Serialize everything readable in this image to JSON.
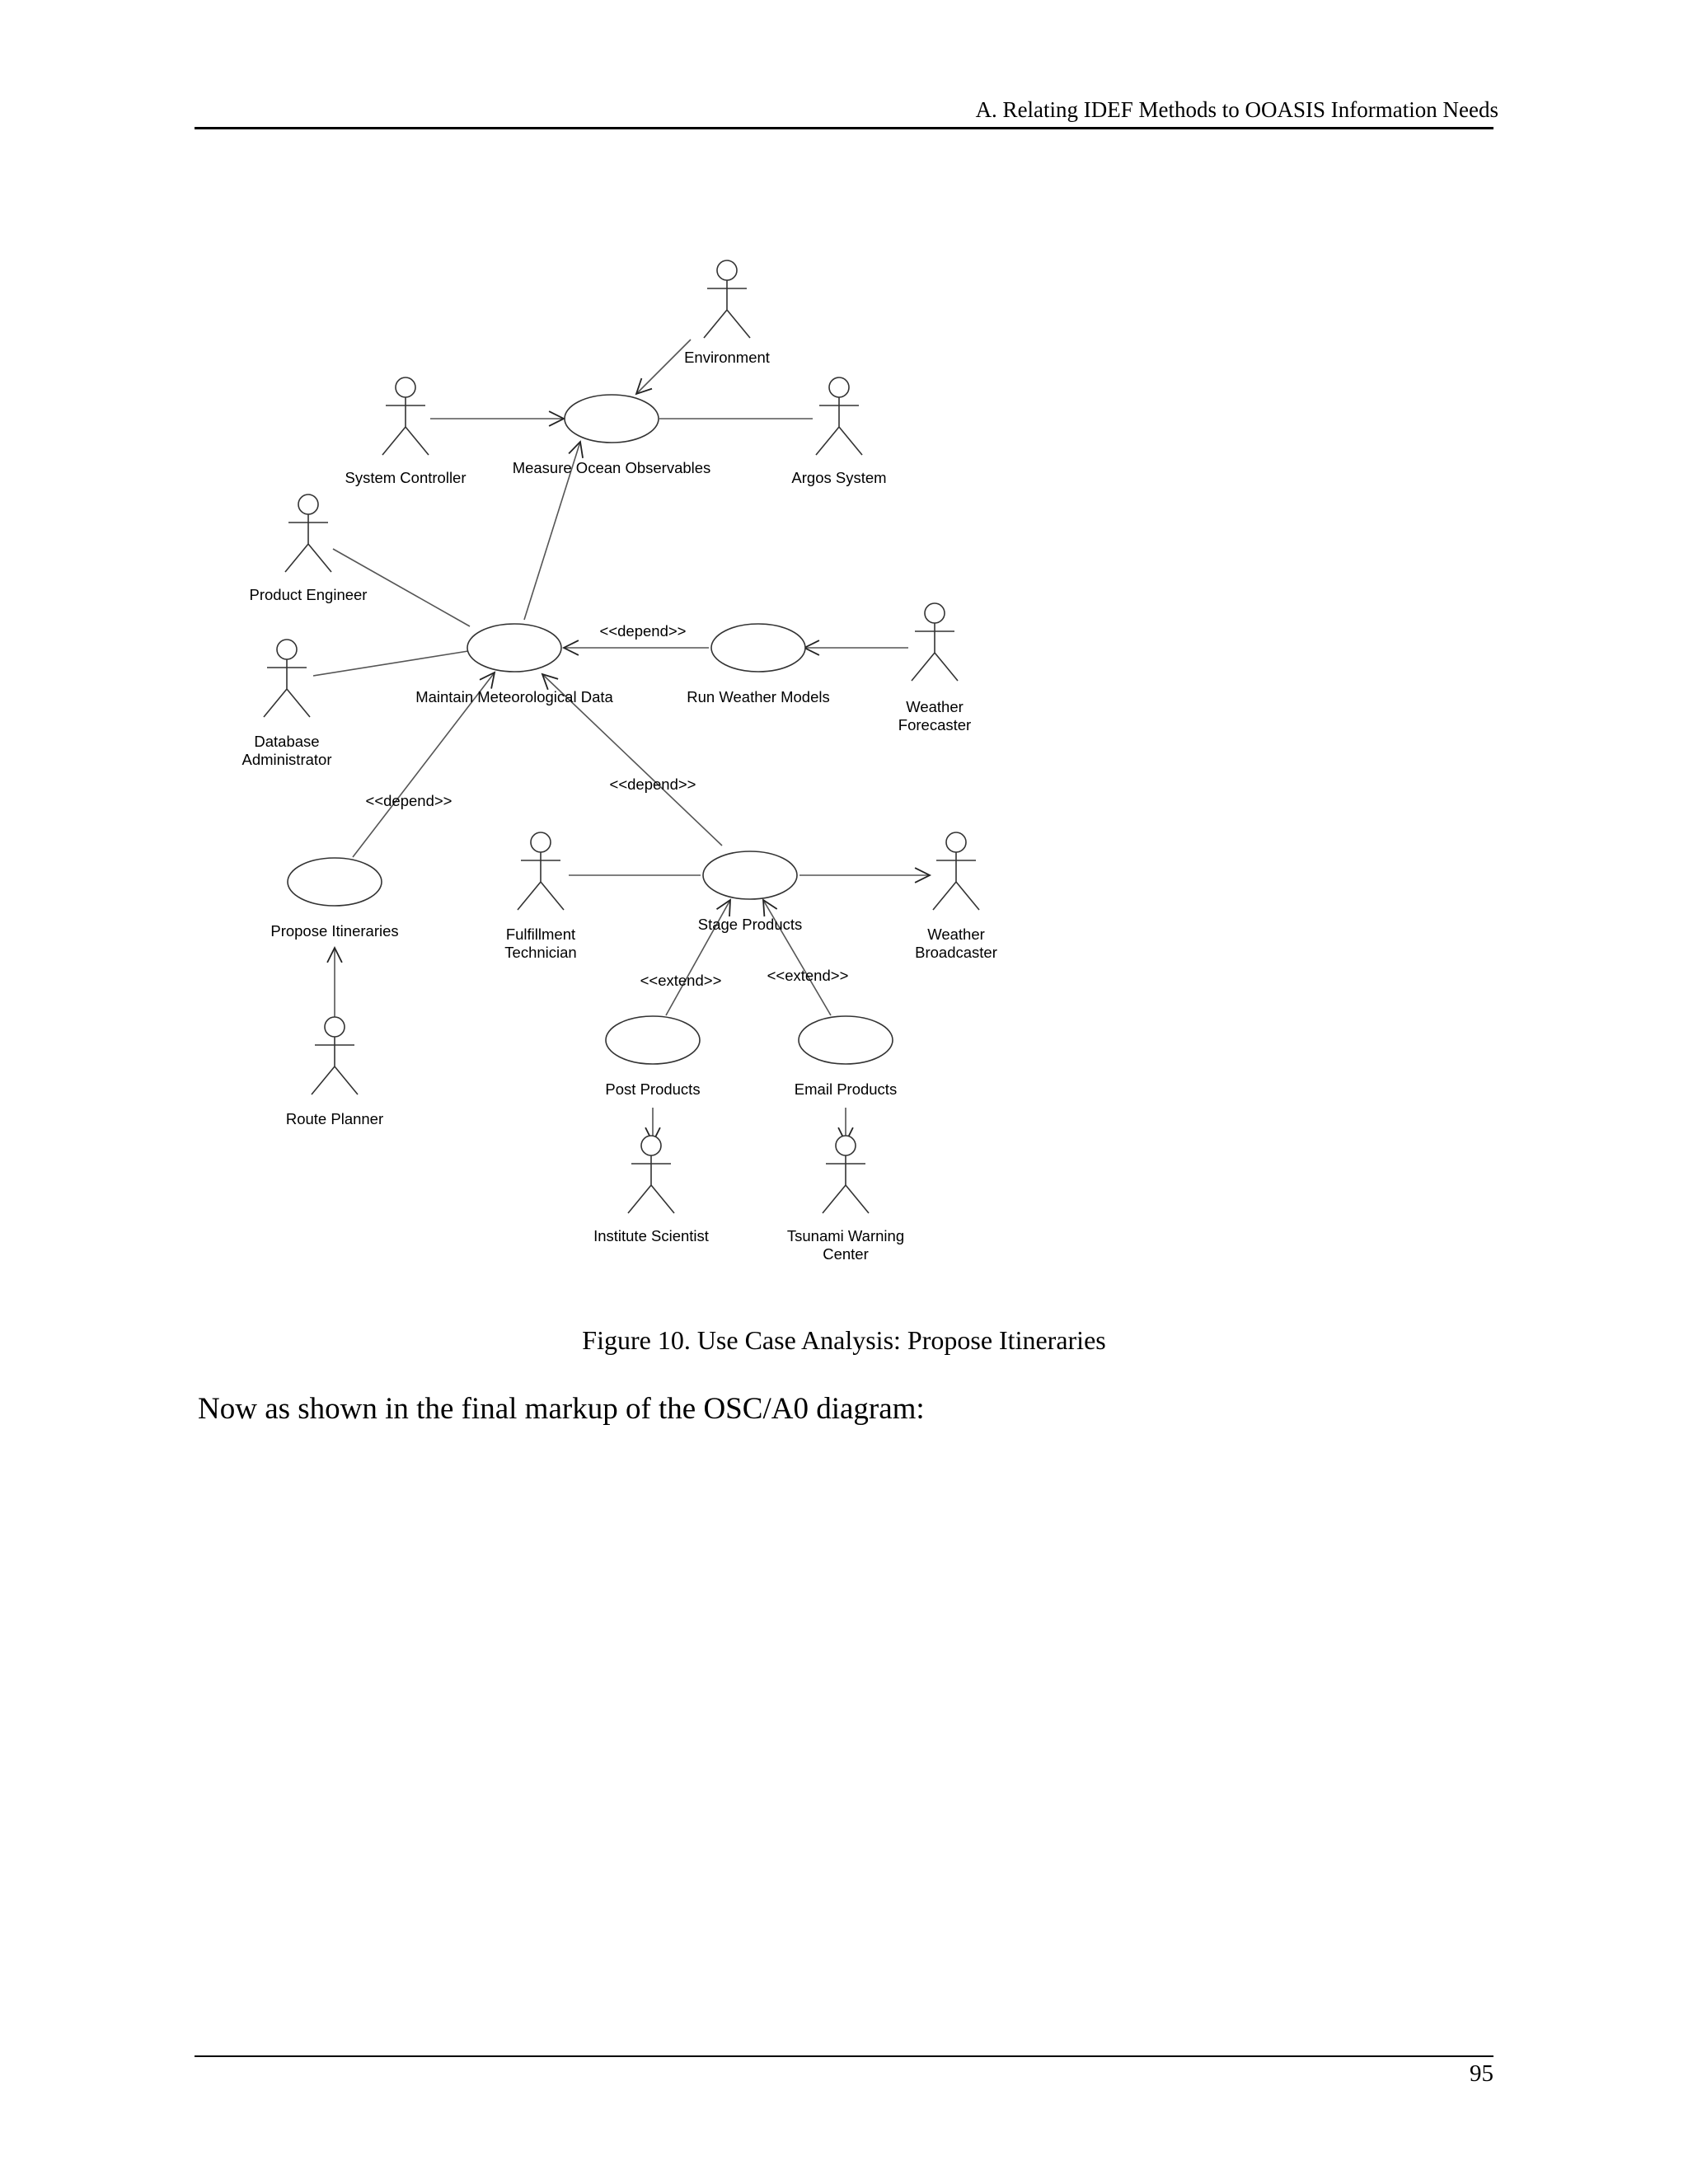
{
  "header": {
    "running_title": "A. Relating IDEF Methods to OOASIS Information Needs"
  },
  "diagram": {
    "actors": [
      {
        "id": "environment",
        "label": [
          "Environment"
        ]
      },
      {
        "id": "system-controller",
        "label": [
          "System Controller"
        ]
      },
      {
        "id": "argos-system",
        "label": [
          "Argos System"
        ]
      },
      {
        "id": "product-engineer",
        "label": [
          "Product Engineer"
        ]
      },
      {
        "id": "database-administrator",
        "label": [
          "Database",
          "Administrator"
        ]
      },
      {
        "id": "weather-forecaster",
        "label": [
          "Weather",
          "Forecaster"
        ]
      },
      {
        "id": "fulfillment-technician",
        "label": [
          "Fulfillment",
          "Technician"
        ]
      },
      {
        "id": "weather-broadcaster",
        "label": [
          "Weather",
          "Broadcaster"
        ]
      },
      {
        "id": "route-planner",
        "label": [
          "Route Planner"
        ]
      },
      {
        "id": "institute-scientist",
        "label": [
          "Institute Scientist"
        ]
      },
      {
        "id": "tsunami-warning-center",
        "label": [
          "Tsunami Warning",
          "Center"
        ]
      }
    ],
    "use_cases": [
      {
        "id": "measure-ocean-observables",
        "label": "Measure Ocean Observables"
      },
      {
        "id": "maintain-meteorological-data",
        "label": "Maintain Meteorological Data"
      },
      {
        "id": "run-weather-models",
        "label": "Run Weather Models"
      },
      {
        "id": "propose-itineraries",
        "label": "Propose Itineraries"
      },
      {
        "id": "stage-products",
        "label": "Stage Products"
      },
      {
        "id": "post-products",
        "label": "Post Products"
      },
      {
        "id": "email-products",
        "label": "Email Products"
      }
    ],
    "relationships": [
      {
        "from": "environment",
        "to": "measure-ocean-observables",
        "arrow": true
      },
      {
        "from": "system-controller",
        "to": "measure-ocean-observables",
        "arrow": true
      },
      {
        "from": "measure-ocean-observables",
        "to": "argos-system",
        "arrow": false
      },
      {
        "from": "maintain-meteorological-data",
        "to": "measure-ocean-observables",
        "arrow": true
      },
      {
        "from": "product-engineer",
        "to": "maintain-meteorological-data",
        "arrow": false
      },
      {
        "from": "database-administrator",
        "to": "maintain-meteorological-data",
        "arrow": false
      },
      {
        "from": "run-weather-models",
        "to": "maintain-meteorological-data",
        "arrow": true,
        "stereotype": "<<depend>>"
      },
      {
        "from": "weather-forecaster",
        "to": "run-weather-models",
        "arrow": true
      },
      {
        "from": "propose-itineraries",
        "to": "maintain-meteorological-data",
        "arrow": true,
        "stereotype": "<<depend>>"
      },
      {
        "from": "stage-products",
        "to": "maintain-meteorological-data",
        "arrow": true,
        "stereotype": "<<depend>>"
      },
      {
        "from": "route-planner",
        "to": "propose-itineraries",
        "arrow": true
      },
      {
        "from": "fulfillment-technician",
        "to": "stage-products",
        "arrow": false
      },
      {
        "from": "stage-products",
        "to": "weather-broadcaster",
        "arrow": true
      },
      {
        "from": "post-products",
        "to": "stage-products",
        "arrow": true,
        "stereotype": "<<extend>>"
      },
      {
        "from": "email-products",
        "to": "stage-products",
        "arrow": true,
        "stereotype": "<<extend>>"
      },
      {
        "from": "post-products",
        "to": "institute-scientist",
        "arrow": true
      },
      {
        "from": "email-products",
        "to": "tsunami-warning-center",
        "arrow": true
      }
    ]
  },
  "figure_caption": "Figure 10. Use Case Analysis: Propose Itineraries",
  "body_text": "Now as shown in the final markup of the OSC/A0 diagram:",
  "footer": {
    "page_number": "95"
  }
}
